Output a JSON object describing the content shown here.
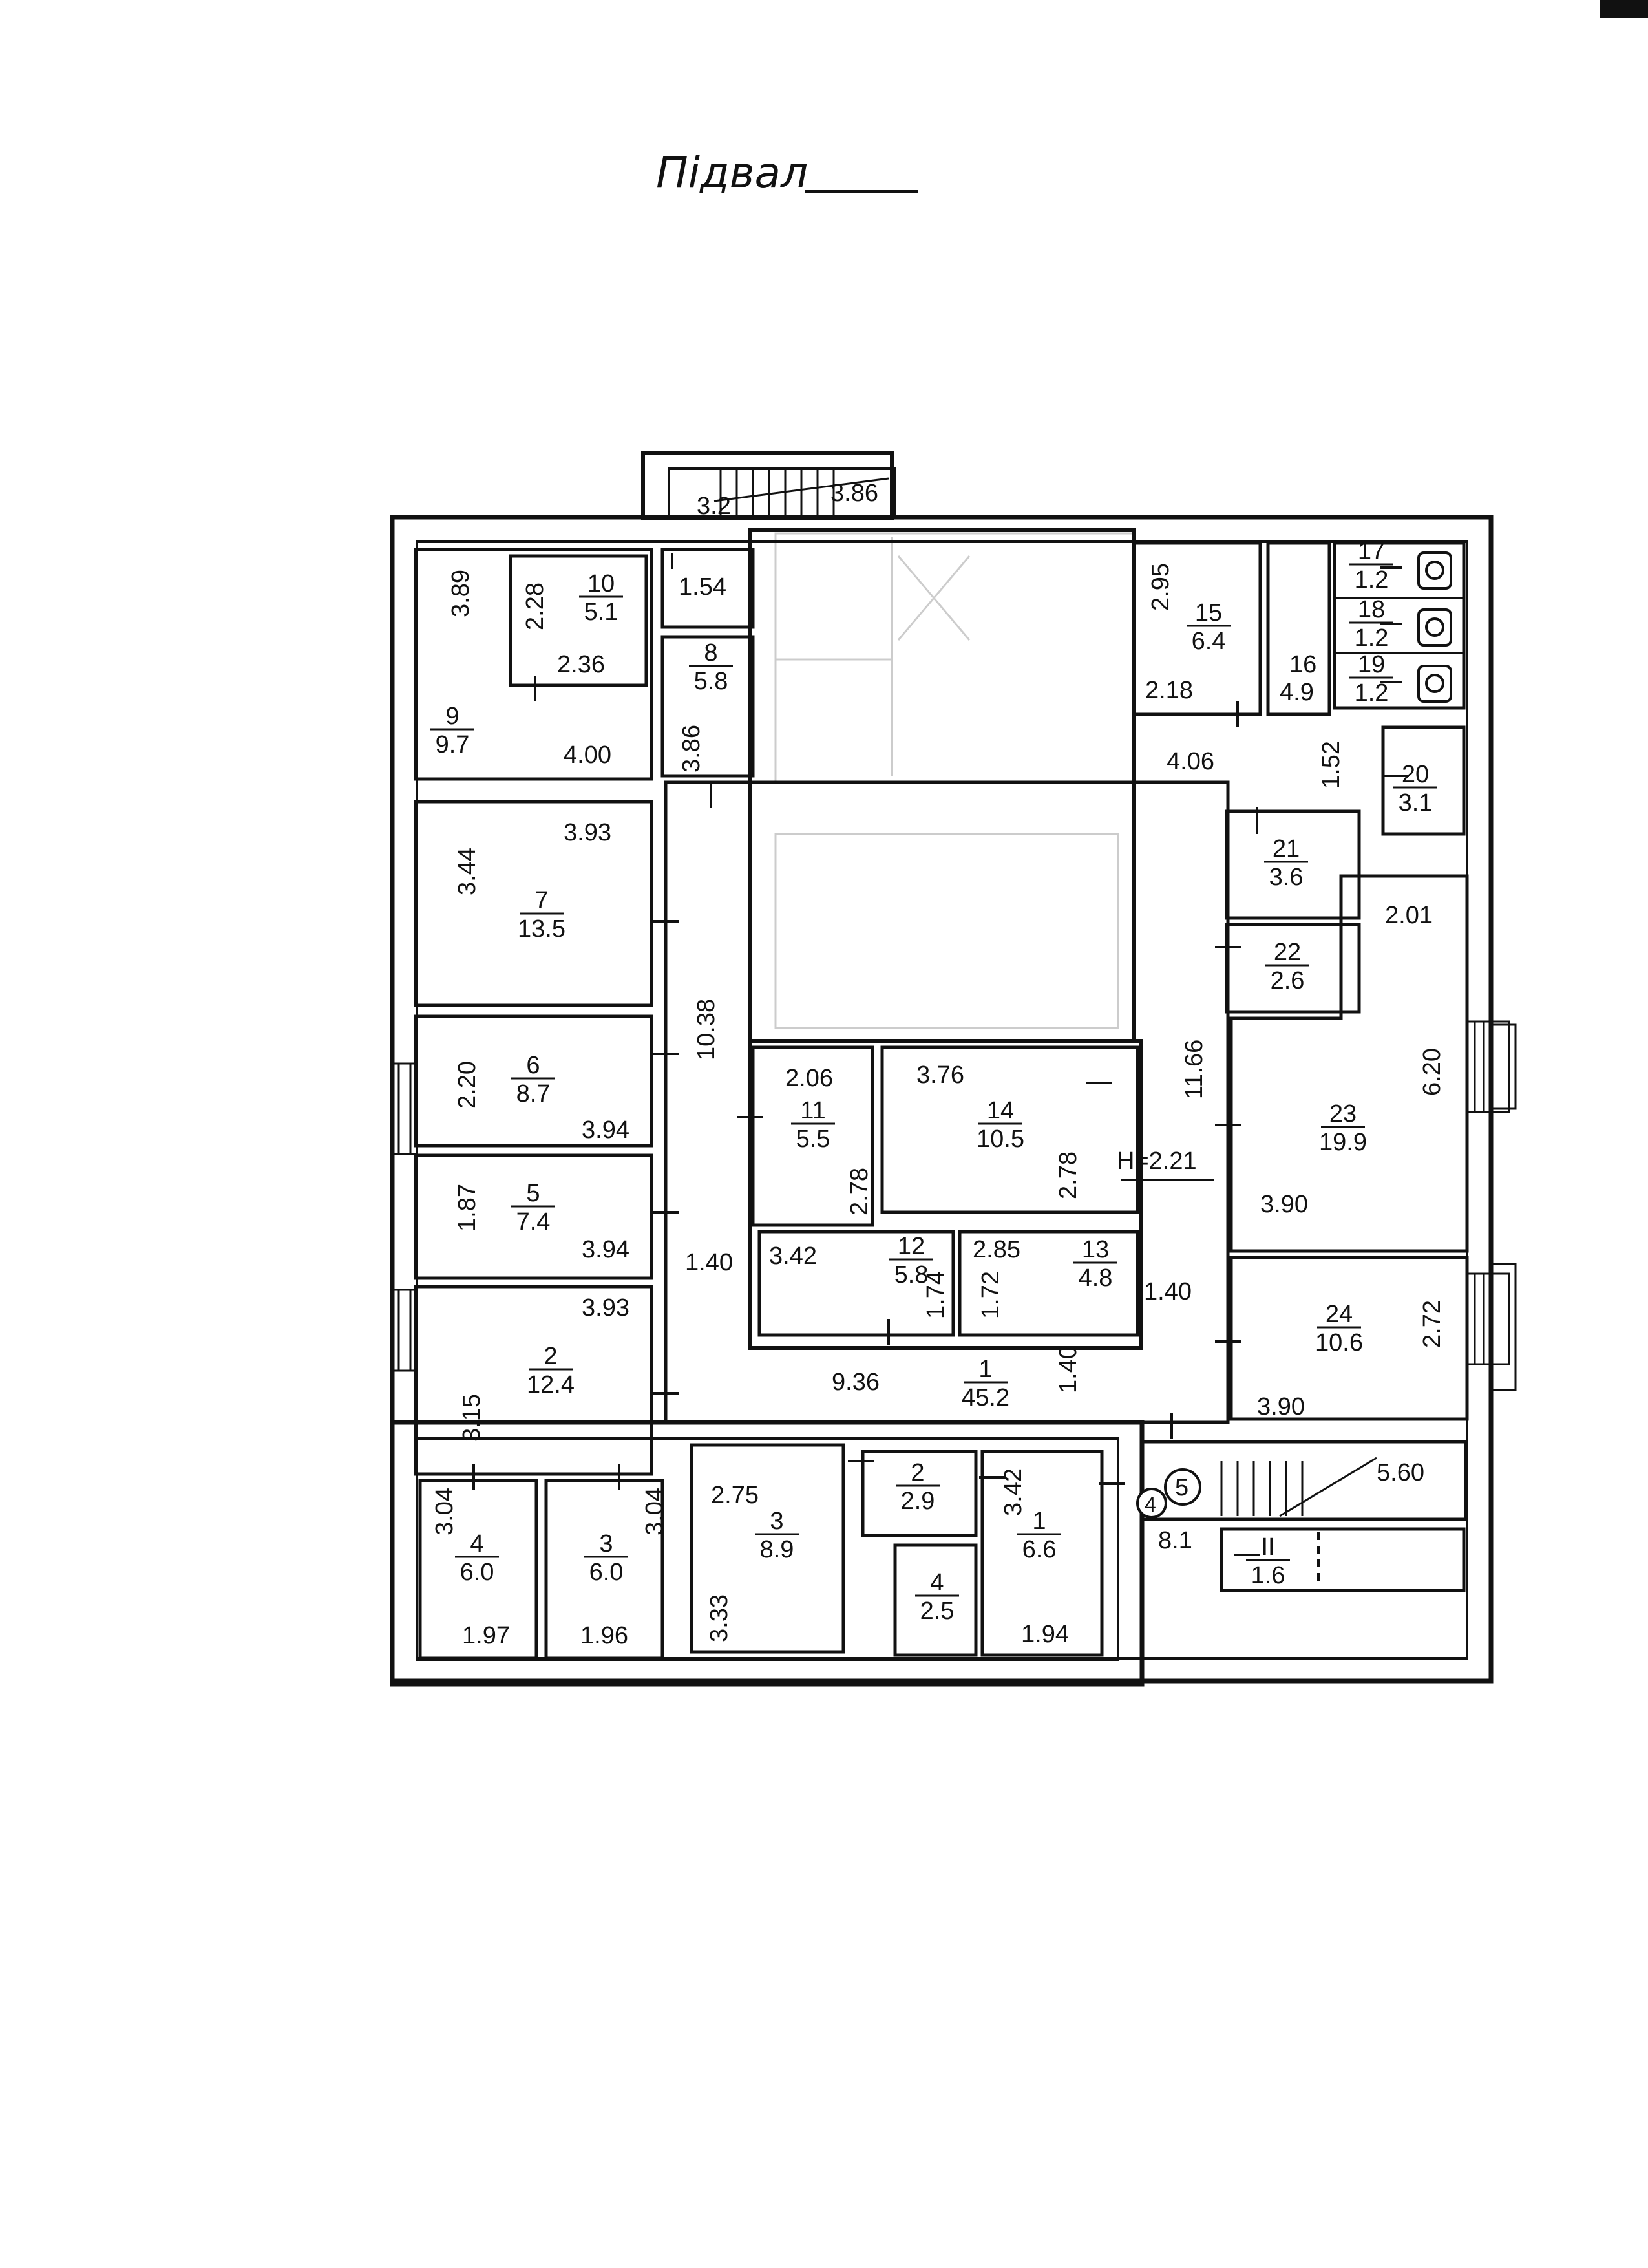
{
  "title": "Підвал",
  "height_label": "H=2.21",
  "colors": {
    "ink": "#111111",
    "paper": "#ffffff",
    "faint": "#c8c8c8"
  },
  "rooms": {
    "r1": [
      "1",
      "45.2"
    ],
    "r2": [
      "2",
      "12.4"
    ],
    "r5": [
      "5",
      "7.4"
    ],
    "r6": [
      "6",
      "8.7"
    ],
    "r7": [
      "7",
      "13.5"
    ],
    "r8": [
      "8",
      "5.8"
    ],
    "r9": [
      "9",
      "9.7"
    ],
    "r10": [
      "10",
      "5.1"
    ],
    "r11": [
      "11",
      "5.5"
    ],
    "r12": [
      "12",
      "5.8"
    ],
    "r13": [
      "13",
      "4.8"
    ],
    "r14": [
      "14",
      "10.5"
    ],
    "r15": [
      "15",
      "6.4"
    ],
    "r17": [
      "17",
      "1.2"
    ],
    "r18": [
      "18",
      "1.2"
    ],
    "r19": [
      "19",
      "1.2"
    ],
    "r20": [
      "20",
      "3.1"
    ],
    "r21": [
      "21",
      "3.6"
    ],
    "r22": [
      "22",
      "2.6"
    ],
    "r23": [
      "23",
      "19.9"
    ],
    "r24": [
      "24",
      "10.6"
    ],
    "l4": [
      "4",
      "6.0"
    ],
    "l3": [
      "3",
      "6.0"
    ],
    "s3": [
      "3",
      "8.9"
    ],
    "s2": [
      "2",
      "2.9"
    ],
    "s4": [
      "4",
      "2.5"
    ],
    "s1": [
      "1",
      "6.6"
    ],
    "sII": [
      "II",
      "1.6"
    ]
  },
  "room16": {
    "number": "16",
    "area": "4.9"
  },
  "stair_room": {
    "area": "8.1",
    "label_4": "4",
    "label_5": "5"
  },
  "dims": {
    "d_3_2": "3.2",
    "d_3_86_top": "3.86",
    "d_1_54": "1.54",
    "d_3_89": "3.89",
    "d_2_28": "2.28",
    "d_2_36": "2.36",
    "d_4_00": "4.00",
    "d_3_86_v": "3.86",
    "d_3_93_a": "3.93",
    "d_3_44": "3.44",
    "d_2_20": "2.20",
    "d_3_94_a": "3.94",
    "d_1_87": "1.87",
    "d_3_94_b": "3.94",
    "d_3_93_b": "3.93",
    "d_3_15": "3.15",
    "d_10_38": "10.38",
    "d_1_40_a": "1.40",
    "d_2_06": "2.06",
    "d_2_78_a": "2.78",
    "d_3_76": "3.76",
    "d_2_78_b": "2.78",
    "d_3_42_a": "3.42",
    "d_1_74": "1.74",
    "d_2_85": "2.85",
    "d_1_72": "1.72",
    "d_1_40_b": "1.40",
    "d_9_36": "9.36",
    "d_1_40_c": "1.40",
    "d_2_95": "2.95",
    "d_2_18": "2.18",
    "d_4_06": "4.06",
    "d_1_52": "1.52",
    "d_11_66": "11.66",
    "d_2_01": "2.01",
    "d_6_20": "6.20",
    "d_3_90_a": "3.90",
    "d_2_72": "2.72",
    "d_3_90_b": "3.90",
    "d_3_04_a": "3.04",
    "d_3_04_b": "3.04",
    "d_1_97": "1.97",
    "d_1_96": "1.96",
    "d_2_75": "2.75",
    "d_3_33": "3.33",
    "d_3_42_b": "3.42",
    "d_1_94": "1.94",
    "d_5_60": "5.60"
  }
}
